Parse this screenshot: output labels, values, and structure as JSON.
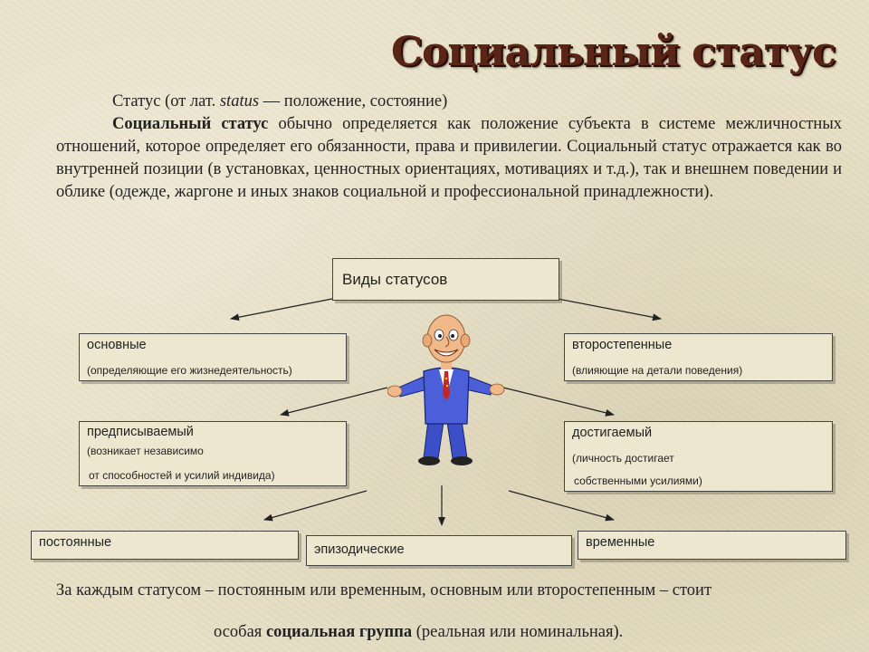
{
  "slide": {
    "title": "Социальный статус",
    "intro": {
      "line1_prefix": "Статус (от лат. ",
      "line1_latin": "status",
      "line1_suffix": " — положение, состояние)",
      "para_bold": "Социальный статус",
      "para_text": " обычно определяется как положение субъекта в системе межличностных отношений, которое определяет его обязанности, права и привилегии. Социальный статус отражается как во внутренней позиции (в установках, ценностных ориентациях, мотивациях и т.д.), так и внешнем поведении и облике (одежде, жаргоне и иных знаков социальной и профессиональной принадлежности)."
    },
    "types_box": "Виды статусов",
    "main": {
      "head": "основные",
      "sub": "(определяющие его жизнедеятельность)"
    },
    "secondary": {
      "head": "второстепенные",
      "sub": "(влияющие на детали поведения)"
    },
    "prescribed": {
      "head": "предписываемый",
      "sub1": "(возникает независимо",
      "sub2": "от способностей и усилий индивида)"
    },
    "achieved": {
      "head": "достигаемый",
      "sub1": "(личность достигает",
      "sub2": "собственными усилиями)"
    },
    "permanent": "постоянные",
    "episodic": "эпизодические",
    "temporary": "временные",
    "footer": {
      "line1": "За каждым статусом – постоянным или временным, основным или второстепенным – стоит",
      "line2_prefix": "особая ",
      "line2_bold": "социальная группа",
      "line2_suffix": " (реальная или номинальная)."
    }
  }
}
